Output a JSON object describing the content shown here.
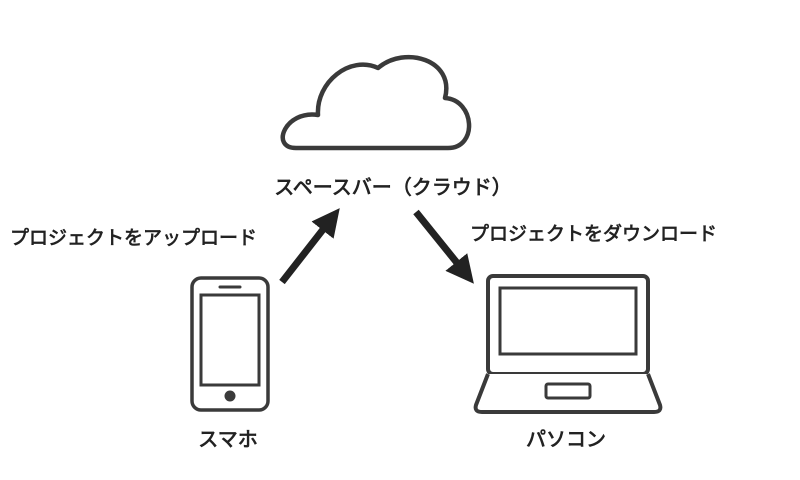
{
  "colors": {
    "stroke": "#3a3a3a",
    "text": "#222222",
    "background": "#ffffff"
  },
  "cloud": {
    "icon": "cloud-icon",
    "label": "スペースバー（クラウド）"
  },
  "phone": {
    "icon": "smartphone-icon",
    "label": "スマホ"
  },
  "laptop": {
    "icon": "laptop-icon",
    "label": "パソコン"
  },
  "arrows": {
    "upload_label": "プロジェクトをアップロード",
    "download_label": "プロジェクトをダウンロード"
  }
}
